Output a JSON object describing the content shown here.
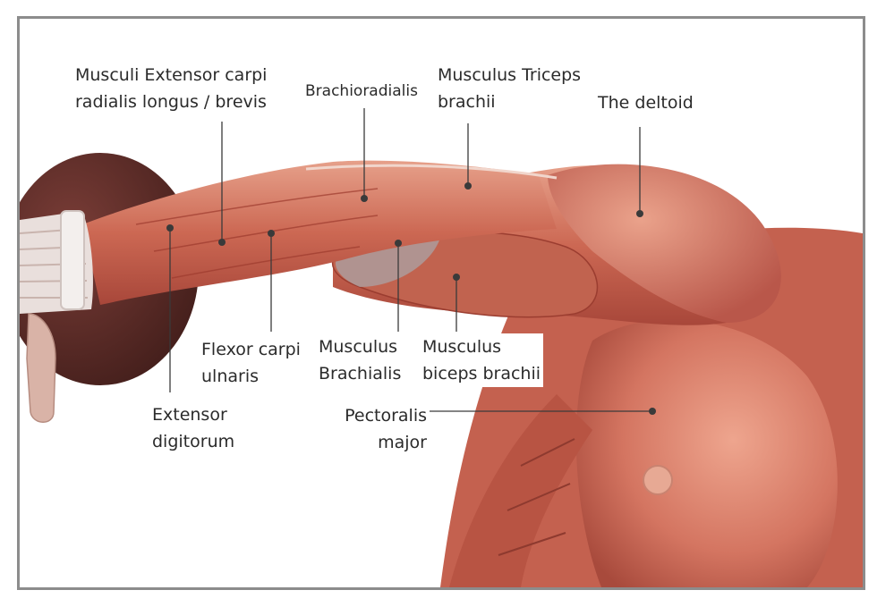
{
  "labels": {
    "extensor_carpi_line1": "Musculi Extensor carpi",
    "extensor_carpi_line2": "radialis longus / brevis",
    "brachioradialis": "Brachioradialis",
    "triceps_line1": "Musculus Triceps",
    "triceps_line2": "brachii",
    "deltoid": "The deltoid",
    "flexor_line1": "Flexor carpi",
    "flexor_line2": "ulnaris",
    "brachialis_line1": "Musculus",
    "brachialis_line2": "Brachialis",
    "biceps_line1": "Musculus",
    "biceps_line2": "biceps brachii",
    "extensor_dig_line1": "Extensor",
    "extensor_dig_line2": "digitorum",
    "pectoralis_line1": "Pectoralis",
    "pectoralis_line2": "major"
  },
  "colors": {
    "border": "#8c8c8c",
    "muscle": "#c9614e",
    "muscle_light": "#e59a82",
    "muscle_dark": "#9c3b2e",
    "tendon": "#ece7e4",
    "disk": "#5e2c28",
    "leader_line": "#3a3a3a"
  }
}
